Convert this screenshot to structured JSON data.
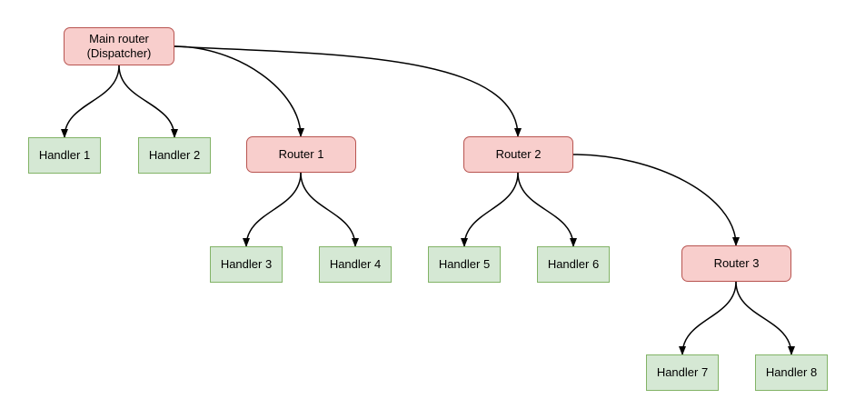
{
  "diagram": {
    "kind": "tree-flowchart",
    "nodes": [
      {
        "id": "main",
        "label": "Main router (Dispatcher)",
        "type": "router"
      },
      {
        "id": "handler1",
        "label": "Handler 1",
        "type": "handler"
      },
      {
        "id": "handler2",
        "label": "Handler 2",
        "type": "handler"
      },
      {
        "id": "router1",
        "label": "Router 1",
        "type": "router"
      },
      {
        "id": "router2",
        "label": "Router 2",
        "type": "router"
      },
      {
        "id": "handler3",
        "label": "Handler 3",
        "type": "handler"
      },
      {
        "id": "handler4",
        "label": "Handler 4",
        "type": "handler"
      },
      {
        "id": "handler5",
        "label": "Handler 5",
        "type": "handler"
      },
      {
        "id": "handler6",
        "label": "Handler 6",
        "type": "handler"
      },
      {
        "id": "router3",
        "label": "Router 3",
        "type": "router"
      },
      {
        "id": "handler7",
        "label": "Handler 7",
        "type": "handler"
      },
      {
        "id": "handler8",
        "label": "Handler 8",
        "type": "handler"
      }
    ],
    "edges": [
      {
        "from": "main",
        "to": "handler1"
      },
      {
        "from": "main",
        "to": "handler2"
      },
      {
        "from": "main",
        "to": "router1"
      },
      {
        "from": "main",
        "to": "router2"
      },
      {
        "from": "router1",
        "to": "handler3"
      },
      {
        "from": "router1",
        "to": "handler4"
      },
      {
        "from": "router2",
        "to": "handler5"
      },
      {
        "from": "router2",
        "to": "handler6"
      },
      {
        "from": "router2",
        "to": "router3"
      },
      {
        "from": "router3",
        "to": "handler7"
      },
      {
        "from": "router3",
        "to": "handler8"
      }
    ]
  },
  "colors": {
    "router_fill": "#F8CECC",
    "router_border": "#B85450",
    "handler_fill": "#D5E8D4",
    "handler_border": "#82B366",
    "edge_color": "#000000",
    "background": "#FFFFFF",
    "text": "#000000"
  }
}
